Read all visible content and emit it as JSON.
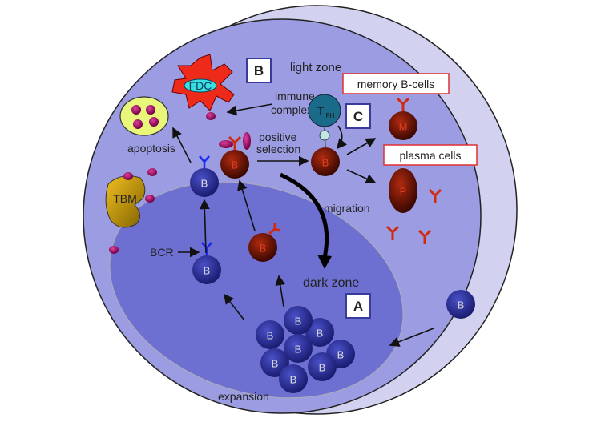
{
  "labels": {
    "light_zone": "light zone",
    "dark_zone": "dark zone",
    "box_a": "A",
    "box_b": "B",
    "box_c": "C",
    "memory": "memory B-cells",
    "plasma": "plasma cells",
    "immune_line1": "immune",
    "immune_line2": "complex",
    "positive_line1": "positive",
    "positive_line2": "selection",
    "migration": "migration",
    "apoptosis": "apoptosis",
    "bcr": "BCR",
    "expansion": "expansion",
    "fdc": "FDC",
    "tbm": "TBM",
    "tfh_main": "T",
    "tfh_sub": "FH",
    "b": "B",
    "m": "M",
    "p": "P"
  },
  "colors": {
    "outer_zone": "#d2d2f0",
    "light_zone": "#9c9ce2",
    "dark_zone": "#6d70d0",
    "b_cell_blue": "#2a2e9a",
    "b_cell_red": "#9a1a08",
    "fdc": "#ee2a1a"
  }
}
